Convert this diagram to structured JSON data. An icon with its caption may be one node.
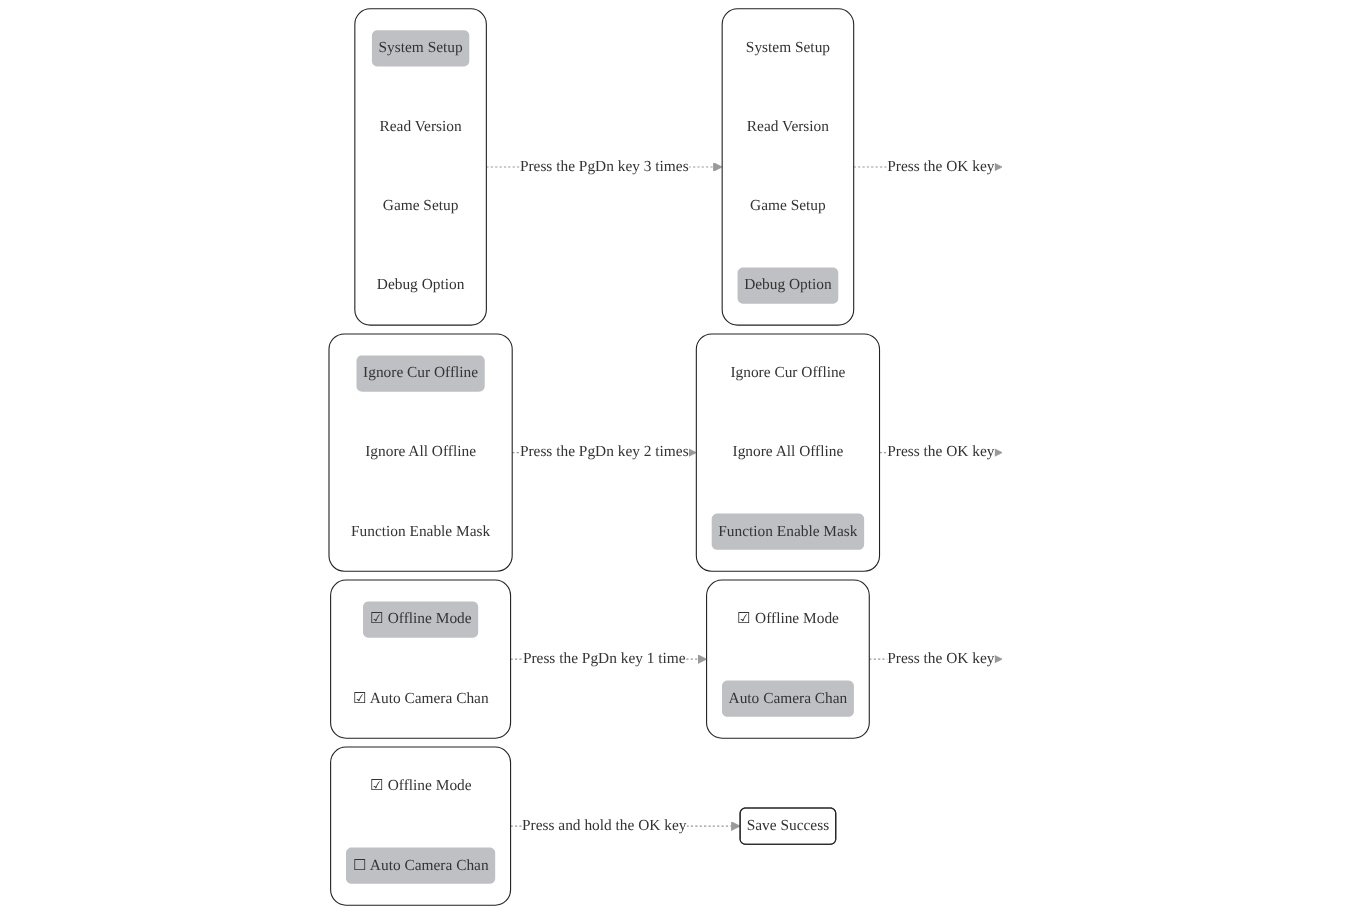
{
  "diagram": {
    "nodes": [
      {
        "text": [],
        "shape": "box"
      },
      {
        "text": [
          "System Setup"
        ],
        "in": 0
      },
      {
        "text": [
          "Read Version"
        ],
        "in": 0
      },
      {
        "text": [
          "Game Setup"
        ],
        "in": 0
      },
      {
        "text": [
          "Debug Option"
        ],
        "in": 0
      },
      {
        "text": [],
        "shape": "box"
      },
      {
        "text": [
          "System Setup"
        ],
        "in": 5
      },
      {
        "text": [
          "Read Version"
        ],
        "in": 5
      },
      {
        "text": [
          "Game Setup"
        ],
        "in": 5
      },
      {
        "text": [
          "Debug Option"
        ],
        "in": 5
      },
      {
        "text": [],
        "shape": "box"
      },
      {
        "text": [
          "Ignore Cur Offline"
        ],
        "in": 10
      },
      {
        "text": [
          "Ignore All Offline"
        ],
        "in": 10
      },
      {
        "text": [
          "Function Enable Mask"
        ],
        "in": 10
      },
      {
        "text": [],
        "shape": "box"
      },
      {
        "text": [
          "Ignore Cur Offline"
        ],
        "in": 14
      },
      {
        "text": [
          "Ignore All Offline"
        ],
        "in": 14
      },
      {
        "text": [
          "Function Enable Mask"
        ],
        "in": 14
      },
      {
        "text": [],
        "shape": "box"
      },
      {
        "text": [
          "☑ Offline Mode"
        ],
        "in": 18
      },
      {
        "text": [
          "☑ Auto Camera Chan"
        ],
        "in": 18
      },
      {
        "text": [],
        "shape": "box"
      },
      {
        "text": [
          "☑ Offline Mode"
        ],
        "in": 21
      },
      {
        "text": [
          "Auto Camera Chan"
        ],
        "in": 21
      },
      {
        "text": [],
        "shape": "box"
      },
      {
        "text": [
          "☑ Offline Mode"
        ],
        "in": 24
      },
      {
        "text": [
          "☐ Auto Camera Chan"
        ],
        "in": 24
      },
      {
        "text": [
          "Save Success"
        ]
      }
    ],
    "edges": [
      {
        "from": 0,
        "to": 5,
        "arrow": "to",
        "label": "Press the PgDn key 3 times",
        "style": "dashed"
      },
      {
        "from": 5,
        "to": null,
        "arrow": "to",
        "label": "Press the OK key",
        "style": "dashed"
      },
      {
        "from": 10,
        "to": 14,
        "arrow": "to",
        "label": "Press the PgDn key 2 times",
        "style": "dashed"
      },
      {
        "from": 14,
        "to": null,
        "arrow": "to",
        "label": "Press the OK key",
        "style": "dashed"
      },
      {
        "from": 18,
        "to": 21,
        "arrow": "to",
        "label": "Press the PgDn key 1 time",
        "style": "dashed"
      },
      {
        "from": 21,
        "to": null,
        "arrow": "to",
        "label": "Press the OK key",
        "style": "dashed"
      },
      {
        "from": 24,
        "to": 27,
        "arrow": "to",
        "label": "Press and hold the OK key",
        "style": "dashed"
      }
    ]
  }
}
